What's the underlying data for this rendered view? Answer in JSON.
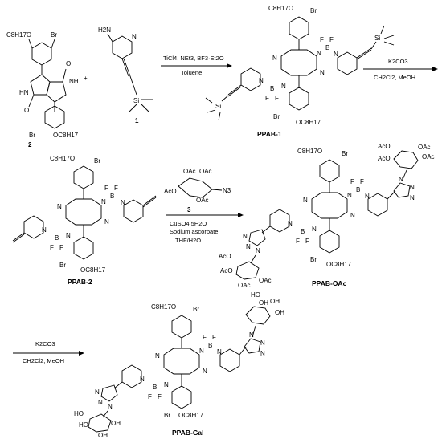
{
  "scheme": {
    "compounds": {
      "c2": {
        "label": "2",
        "sub_oct": "OC8H17",
        "top_oct": "C8H17O",
        "br_top": "Br",
        "br_bot": "Br",
        "nh_left": "HN",
        "nh_right": "NH",
        "o_top": "O",
        "o_bot": "O"
      },
      "c1": {
        "label": "1",
        "nh2": "H2N",
        "n": "N",
        "si": "Si"
      },
      "ppab1": {
        "label": "PPAB-1",
        "oct_top": "C8H17O",
        "oct_bot": "OC8H17",
        "br_top": "Br",
        "br_bot": "Br",
        "si_left": "Si",
        "si_right": "Si"
      },
      "ppab2": {
        "label": "PPAB-2",
        "oct_top": "C8H17O",
        "oct_bot": "OC8H17",
        "br_top": "Br",
        "br_bot": "Br"
      },
      "c3": {
        "label": "3",
        "oac1": "OAc",
        "oac2": "OAc",
        "oac3": "AcO",
        "oac4": "OAc",
        "n3": "N3"
      },
      "ppab_oac": {
        "label": "PPAB-OAc",
        "oct_top": "C8H17O",
        "oct_bot": "OC8H17",
        "br_top": "Br",
        "br_bot": "Br",
        "acs_top": [
          "AcO",
          "AcO",
          "OAc",
          "OAc"
        ],
        "acs_bot": [
          "AcO",
          "AcO",
          "OAc",
          "OAc"
        ]
      },
      "ppab_gal": {
        "label": "PPAB-Gal",
        "oct_top": "C8H17O",
        "oct_bot": "OC8H17",
        "br_top": "Br",
        "br_bot": "Br",
        "oh_top": [
          "HO",
          "OH",
          "OH",
          "OH"
        ],
        "oh_bot": [
          "HO",
          "HO",
          "OH",
          "OH"
        ]
      }
    },
    "atoms": {
      "N": "N",
      "B": "B",
      "F": "F",
      "plus": "+"
    },
    "arrows": {
      "a1": {
        "above": "TiCl4, NEt3, BF3·Et2O",
        "below": "Toluene"
      },
      "a2": {
        "above": "K2CO3",
        "below": "CH2Cl2,  MeOH"
      },
      "a3": {
        "above_label": "3",
        "below": [
          "CuSO4 5H2O",
          "Sodium ascorbate",
          "THF/H2O"
        ]
      },
      "a4": {
        "above": "K2CO3",
        "below": "CH2Cl2,  MeOH"
      }
    }
  }
}
